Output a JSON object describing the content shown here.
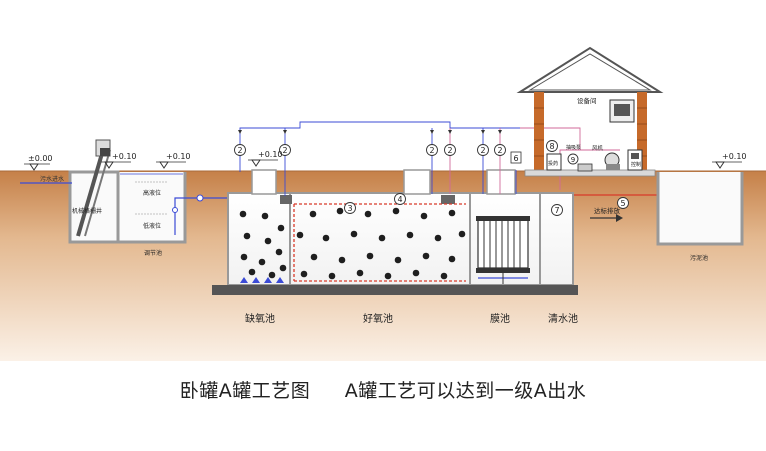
{
  "elevations": {
    "ground": "±0.00",
    "screen": "+0.10",
    "equalization": "+0.10",
    "anoxic": "+0.10",
    "sludge": "+0.10"
  },
  "labels": {
    "inlet": "污水进水",
    "screen_well": "机械格栅井",
    "high_level": "高液位",
    "low_level": "低液位",
    "equalization_tank": "调节池",
    "anoxic_tank": "缺氧池",
    "aerobic_tank": "好氧池",
    "membrane_tank": "膜池",
    "clear_water_tank": "清水池",
    "equipment_room": "设备间",
    "fan": "风机",
    "suction_pump": "抽吸泵",
    "control_box": "控制",
    "dosing": "投药",
    "discharge": "达标排放",
    "sludge_tank": "污泥池"
  },
  "markers": {
    "m2": "2",
    "m3": "3",
    "m4": "4",
    "m5": "5",
    "m6": "6",
    "m7": "7",
    "m8": "8",
    "m9": "9"
  },
  "caption": {
    "left": "卧罐A罐工艺图",
    "right": "A罐工艺可以达到一级A出水"
  },
  "colors": {
    "soil": "#c9804a",
    "brick": "#c66a2a",
    "pipe_blue": "#3b4bd6",
    "pipe_red": "#d83a2a",
    "pipe_pink": "#d26a9a",
    "wall_gray": "#9a9a9a"
  }
}
